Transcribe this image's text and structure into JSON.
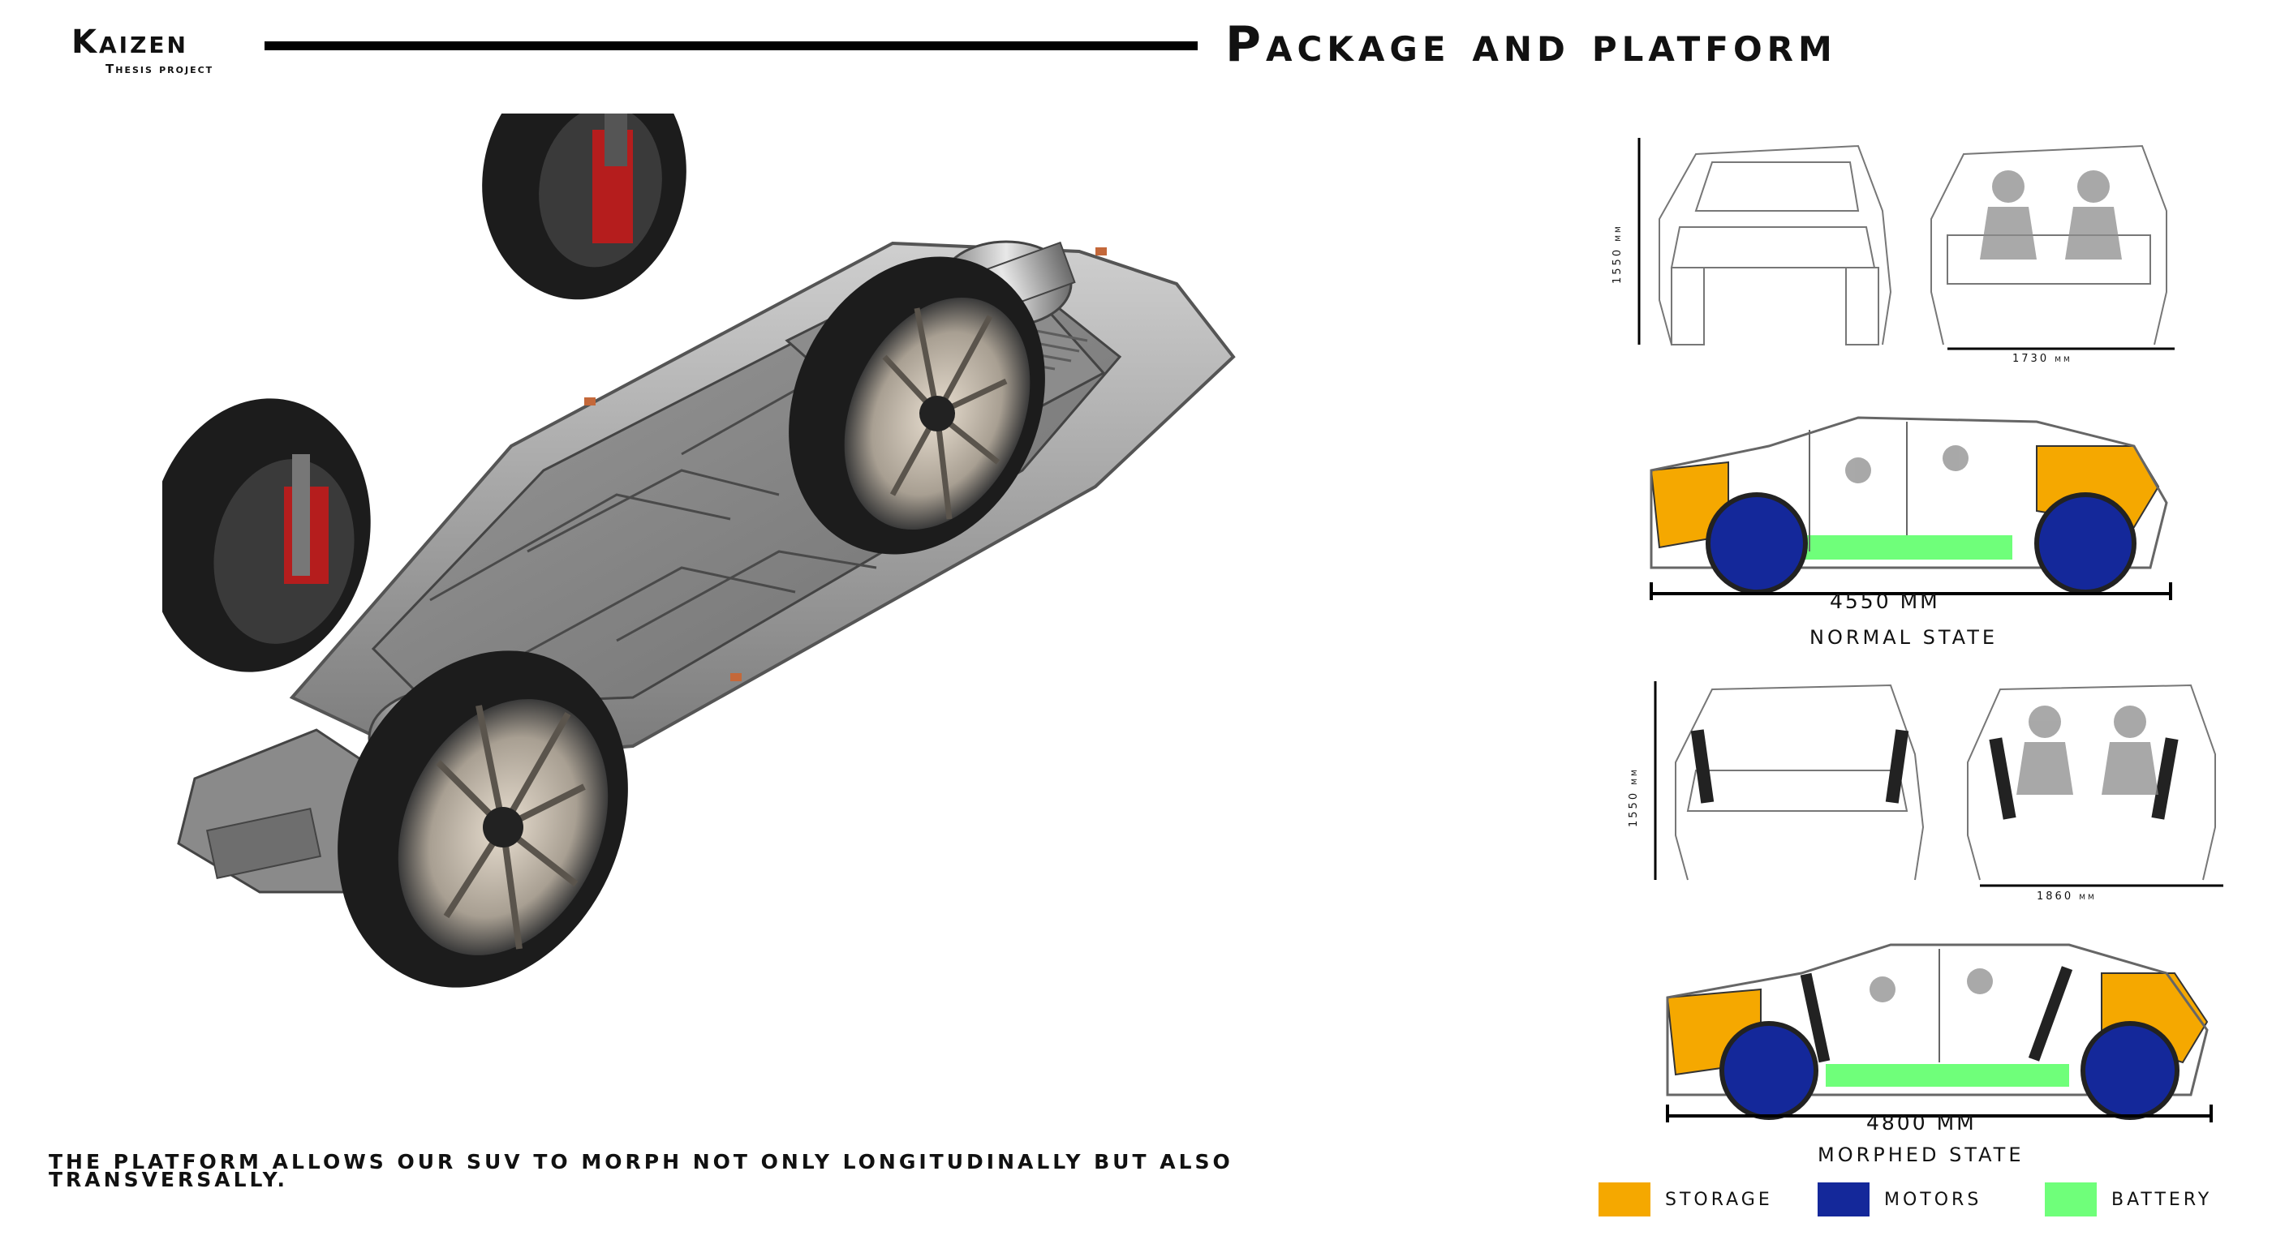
{
  "header": {
    "brand": "Kaizen",
    "subtitle": "Thesis project",
    "title": "Package and platform"
  },
  "caption": "The platform allows our SUV to morph not only longitudinally but also transversally.",
  "normal_state": {
    "height": "1550 mm",
    "width": "1730 mm",
    "length": "4550 MM",
    "label": "Normal state"
  },
  "morphed_state": {
    "height": "1550 mm",
    "width": "1860 mm",
    "length": "4800 MM",
    "label": "Morphed state"
  },
  "legend": [
    {
      "label": "Storage",
      "color": "#f5a800"
    },
    {
      "label": "Motors",
      "color": "#14289a"
    },
    {
      "label": "Battery",
      "color": "#6fff7a"
    }
  ]
}
